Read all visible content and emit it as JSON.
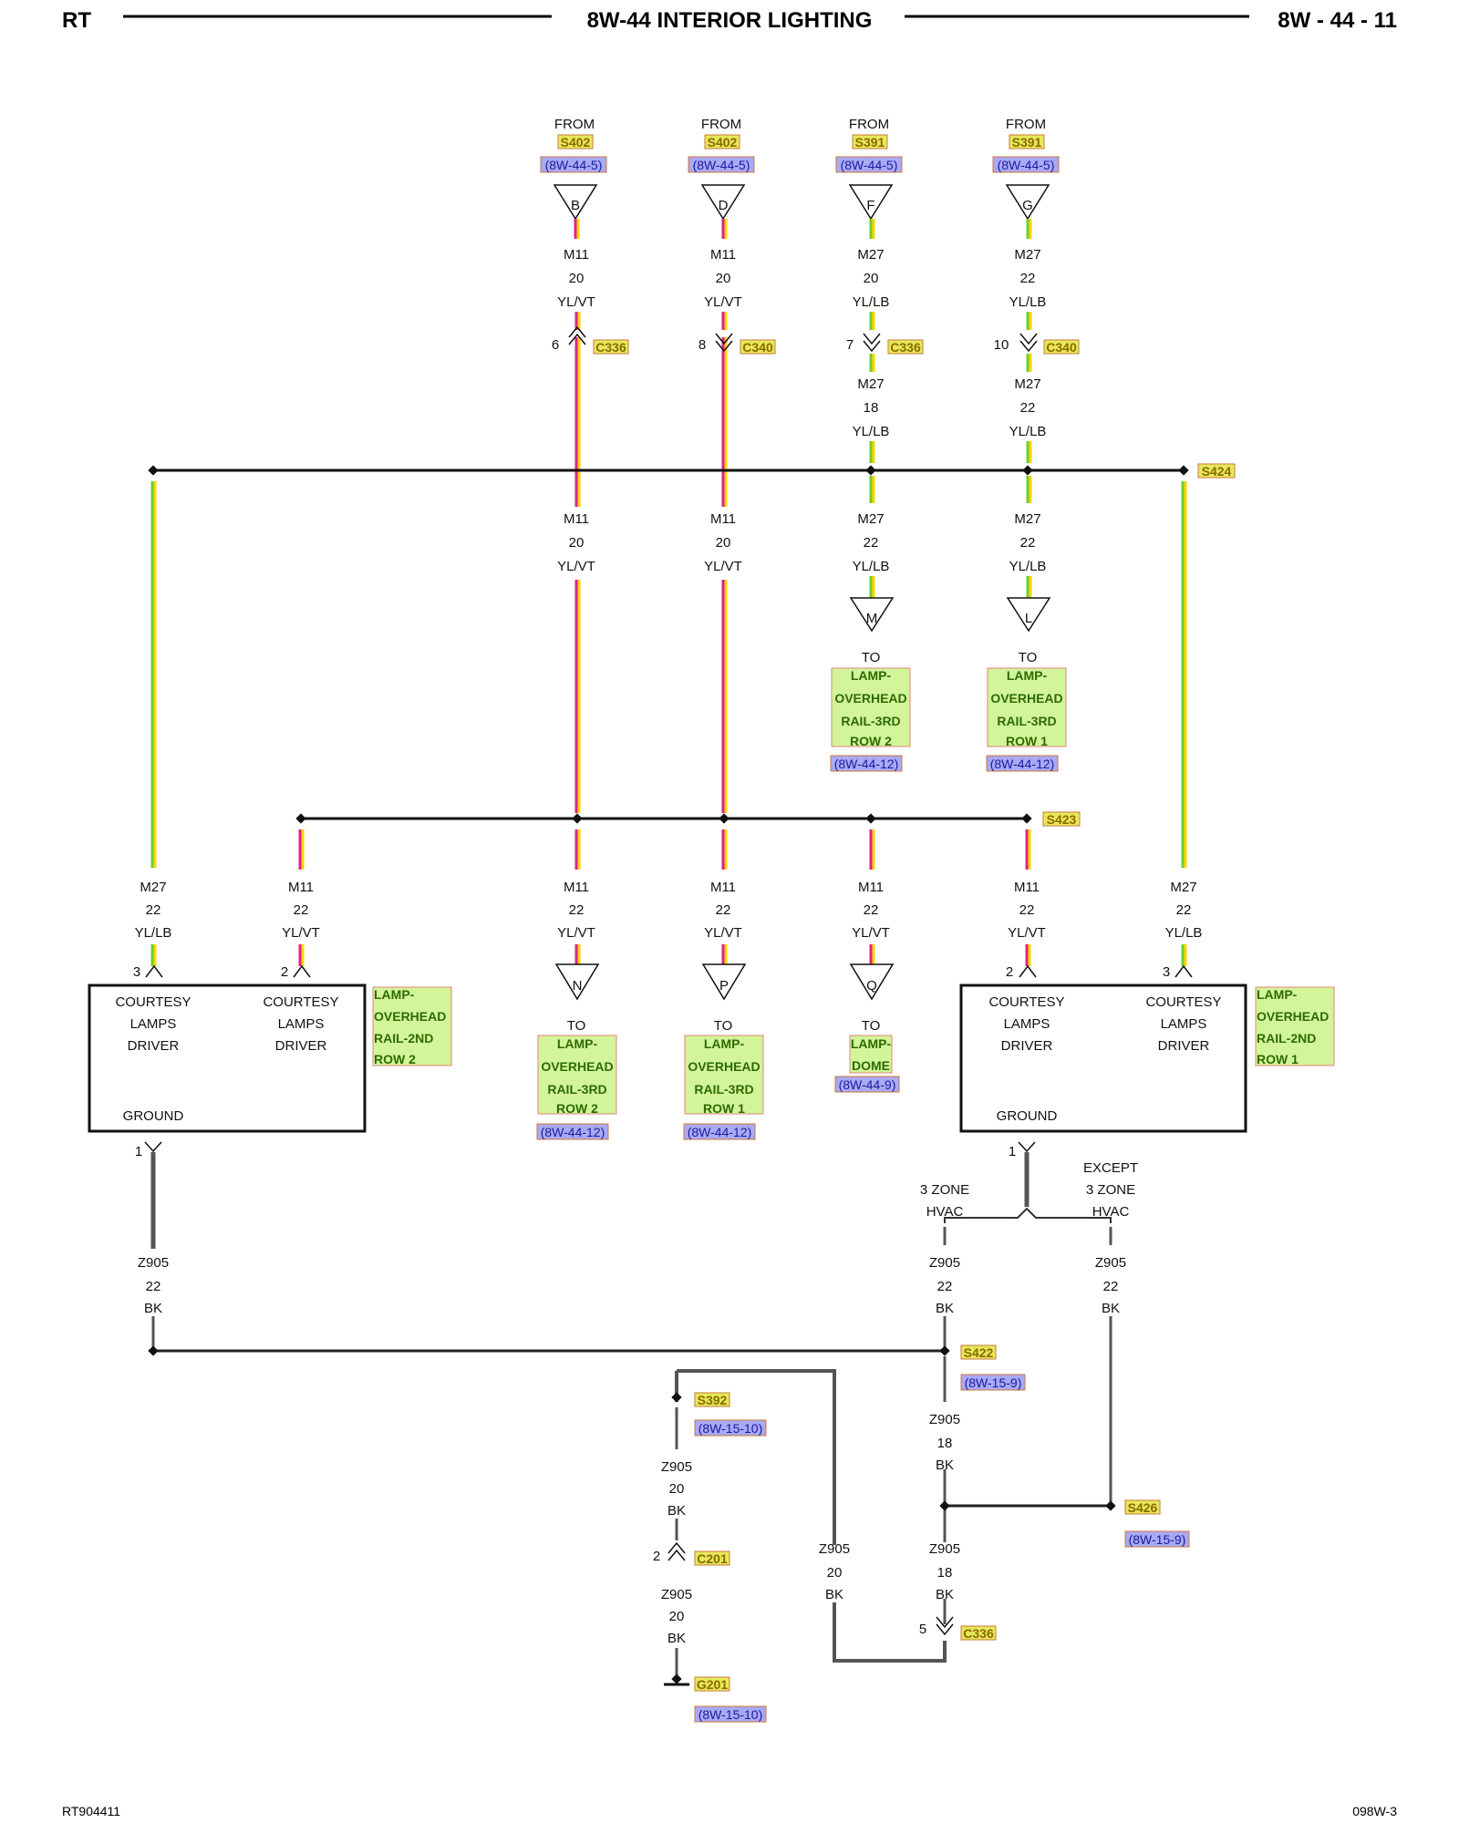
{
  "header": {
    "left": "RT",
    "title": "8W-44 INTERIOR LIGHTING",
    "right": "8W - 44 - 11"
  },
  "footer": {
    "left": "RT904411",
    "right": "098W-3"
  },
  "colors": {
    "yl_vt": [
      "#ffd500",
      "#e0208a"
    ],
    "yl_lb": [
      "#ffd500",
      "#6ad030"
    ],
    "bk": "#555555"
  },
  "from_label": "FROM",
  "to_label": "TO",
  "sources": [
    {
      "splice": "S402",
      "ref": "(8W-44-5)",
      "pin": "B",
      "wire": [
        "M11",
        "20",
        "YL/VT"
      ],
      "conn": {
        "pin": "6",
        "name": "C336"
      }
    },
    {
      "splice": "S402",
      "ref": "(8W-44-5)",
      "pin": "D",
      "wire": [
        "M11",
        "20",
        "YL/VT"
      ],
      "conn": {
        "pin": "8",
        "name": "C340"
      }
    },
    {
      "splice": "S391",
      "ref": "(8W-44-5)",
      "pin": "F",
      "wire": [
        "M27",
        "20",
        "YL/LB"
      ],
      "conn": {
        "pin": "7",
        "name": "C336"
      },
      "after": [
        "M27",
        "18",
        "YL/LB"
      ]
    },
    {
      "splice": "S391",
      "ref": "(8W-44-5)",
      "pin": "G",
      "wire": [
        "M27",
        "22",
        "YL/LB"
      ],
      "conn": {
        "pin": "10",
        "name": "C340"
      },
      "after": [
        "M27",
        "22",
        "YL/LB"
      ]
    }
  ],
  "splices": {
    "s424": "S424",
    "s423": "S423",
    "s422": "S422",
    "s426": "S426",
    "s392": "S392"
  },
  "mid_wires": [
    [
      "M11",
      "20",
      "YL/VT"
    ],
    [
      "M11",
      "20",
      "YL/VT"
    ],
    [
      "M27",
      "22",
      "YL/LB"
    ],
    [
      "M27",
      "22",
      "YL/LB"
    ]
  ],
  "mid_dest": [
    {
      "pin": "M",
      "lines": [
        "LAMP-",
        "OVERHEAD",
        "RAIL-3RD",
        "ROW 2"
      ],
      "ref": "(8W-44-12)"
    },
    {
      "pin": "L",
      "lines": [
        "LAMP-",
        "OVERHEAD",
        "RAIL-3RD",
        "ROW 1"
      ],
      "ref": "(8W-44-12)"
    }
  ],
  "low_wires": [
    [
      "M27",
      "22",
      "YL/LB"
    ],
    [
      "M11",
      "22",
      "YL/VT"
    ],
    [
      "M11",
      "22",
      "YL/VT"
    ],
    [
      "M11",
      "22",
      "YL/VT"
    ],
    [
      "M11",
      "22",
      "YL/VT"
    ],
    [
      "M11",
      "22",
      "YL/VT"
    ],
    [
      "M27",
      "22",
      "YL/LB"
    ]
  ],
  "low_dest": [
    {
      "pin": "N",
      "lines": [
        "LAMP-",
        "OVERHEAD",
        "RAIL-3RD",
        "ROW 2"
      ],
      "ref": "(8W-44-12)"
    },
    {
      "pin": "P",
      "lines": [
        "LAMP-",
        "OVERHEAD",
        "RAIL-3RD",
        "ROW 1"
      ],
      "ref": "(8W-44-12)"
    },
    {
      "pin": "Q",
      "lines": [
        "LAMP-",
        "DOME"
      ],
      "ref": "(8W-44-9)"
    }
  ],
  "module_left": {
    "pins": [
      "3",
      "2",
      "1"
    ],
    "col_a": [
      "COURTESY",
      "LAMPS",
      "DRIVER"
    ],
    "col_b": [
      "COURTESY",
      "LAMPS",
      "DRIVER"
    ],
    "ground": "GROUND",
    "name": [
      "LAMP-",
      "OVERHEAD",
      "RAIL-2ND",
      "ROW 2"
    ]
  },
  "module_right": {
    "pins": [
      "2",
      "3",
      "1"
    ],
    "col_a": [
      "COURTESY",
      "LAMPS",
      "DRIVER"
    ],
    "col_b": [
      "COURTESY",
      "LAMPS",
      "DRIVER"
    ],
    "ground": "GROUND",
    "name": [
      "LAMP-",
      "OVERHEAD",
      "RAIL-2ND",
      "ROW 1"
    ]
  },
  "hvac": {
    "a": [
      "3 ZONE",
      "HVAC"
    ],
    "b": [
      "EXCEPT",
      "3 ZONE",
      "HVAC"
    ]
  },
  "ground_wires": {
    "left": [
      "Z905",
      "22",
      "BK"
    ],
    "hvac_a": [
      "Z905",
      "22",
      "BK"
    ],
    "hvac_b": [
      "Z905",
      "22",
      "BK"
    ],
    "s422_down": [
      "Z905",
      "18",
      "BK"
    ],
    "s426_down": [
      "Z905",
      "18",
      "BK"
    ],
    "loop": [
      "Z905",
      "20",
      "BK"
    ],
    "s392_down": [
      "Z905",
      "20",
      "BK"
    ],
    "c201_down": [
      "Z905",
      "20",
      "BK"
    ]
  },
  "ground_refs": {
    "s422": "(8W-15-9)",
    "s426": "(8W-15-9)",
    "s392": "(8W-15-10)",
    "g201": "(8W-15-10)"
  },
  "ground_conns": {
    "c201_pin": "2",
    "c201": "C201",
    "c336_pin": "5",
    "c336": "C336",
    "g201": "G201"
  }
}
